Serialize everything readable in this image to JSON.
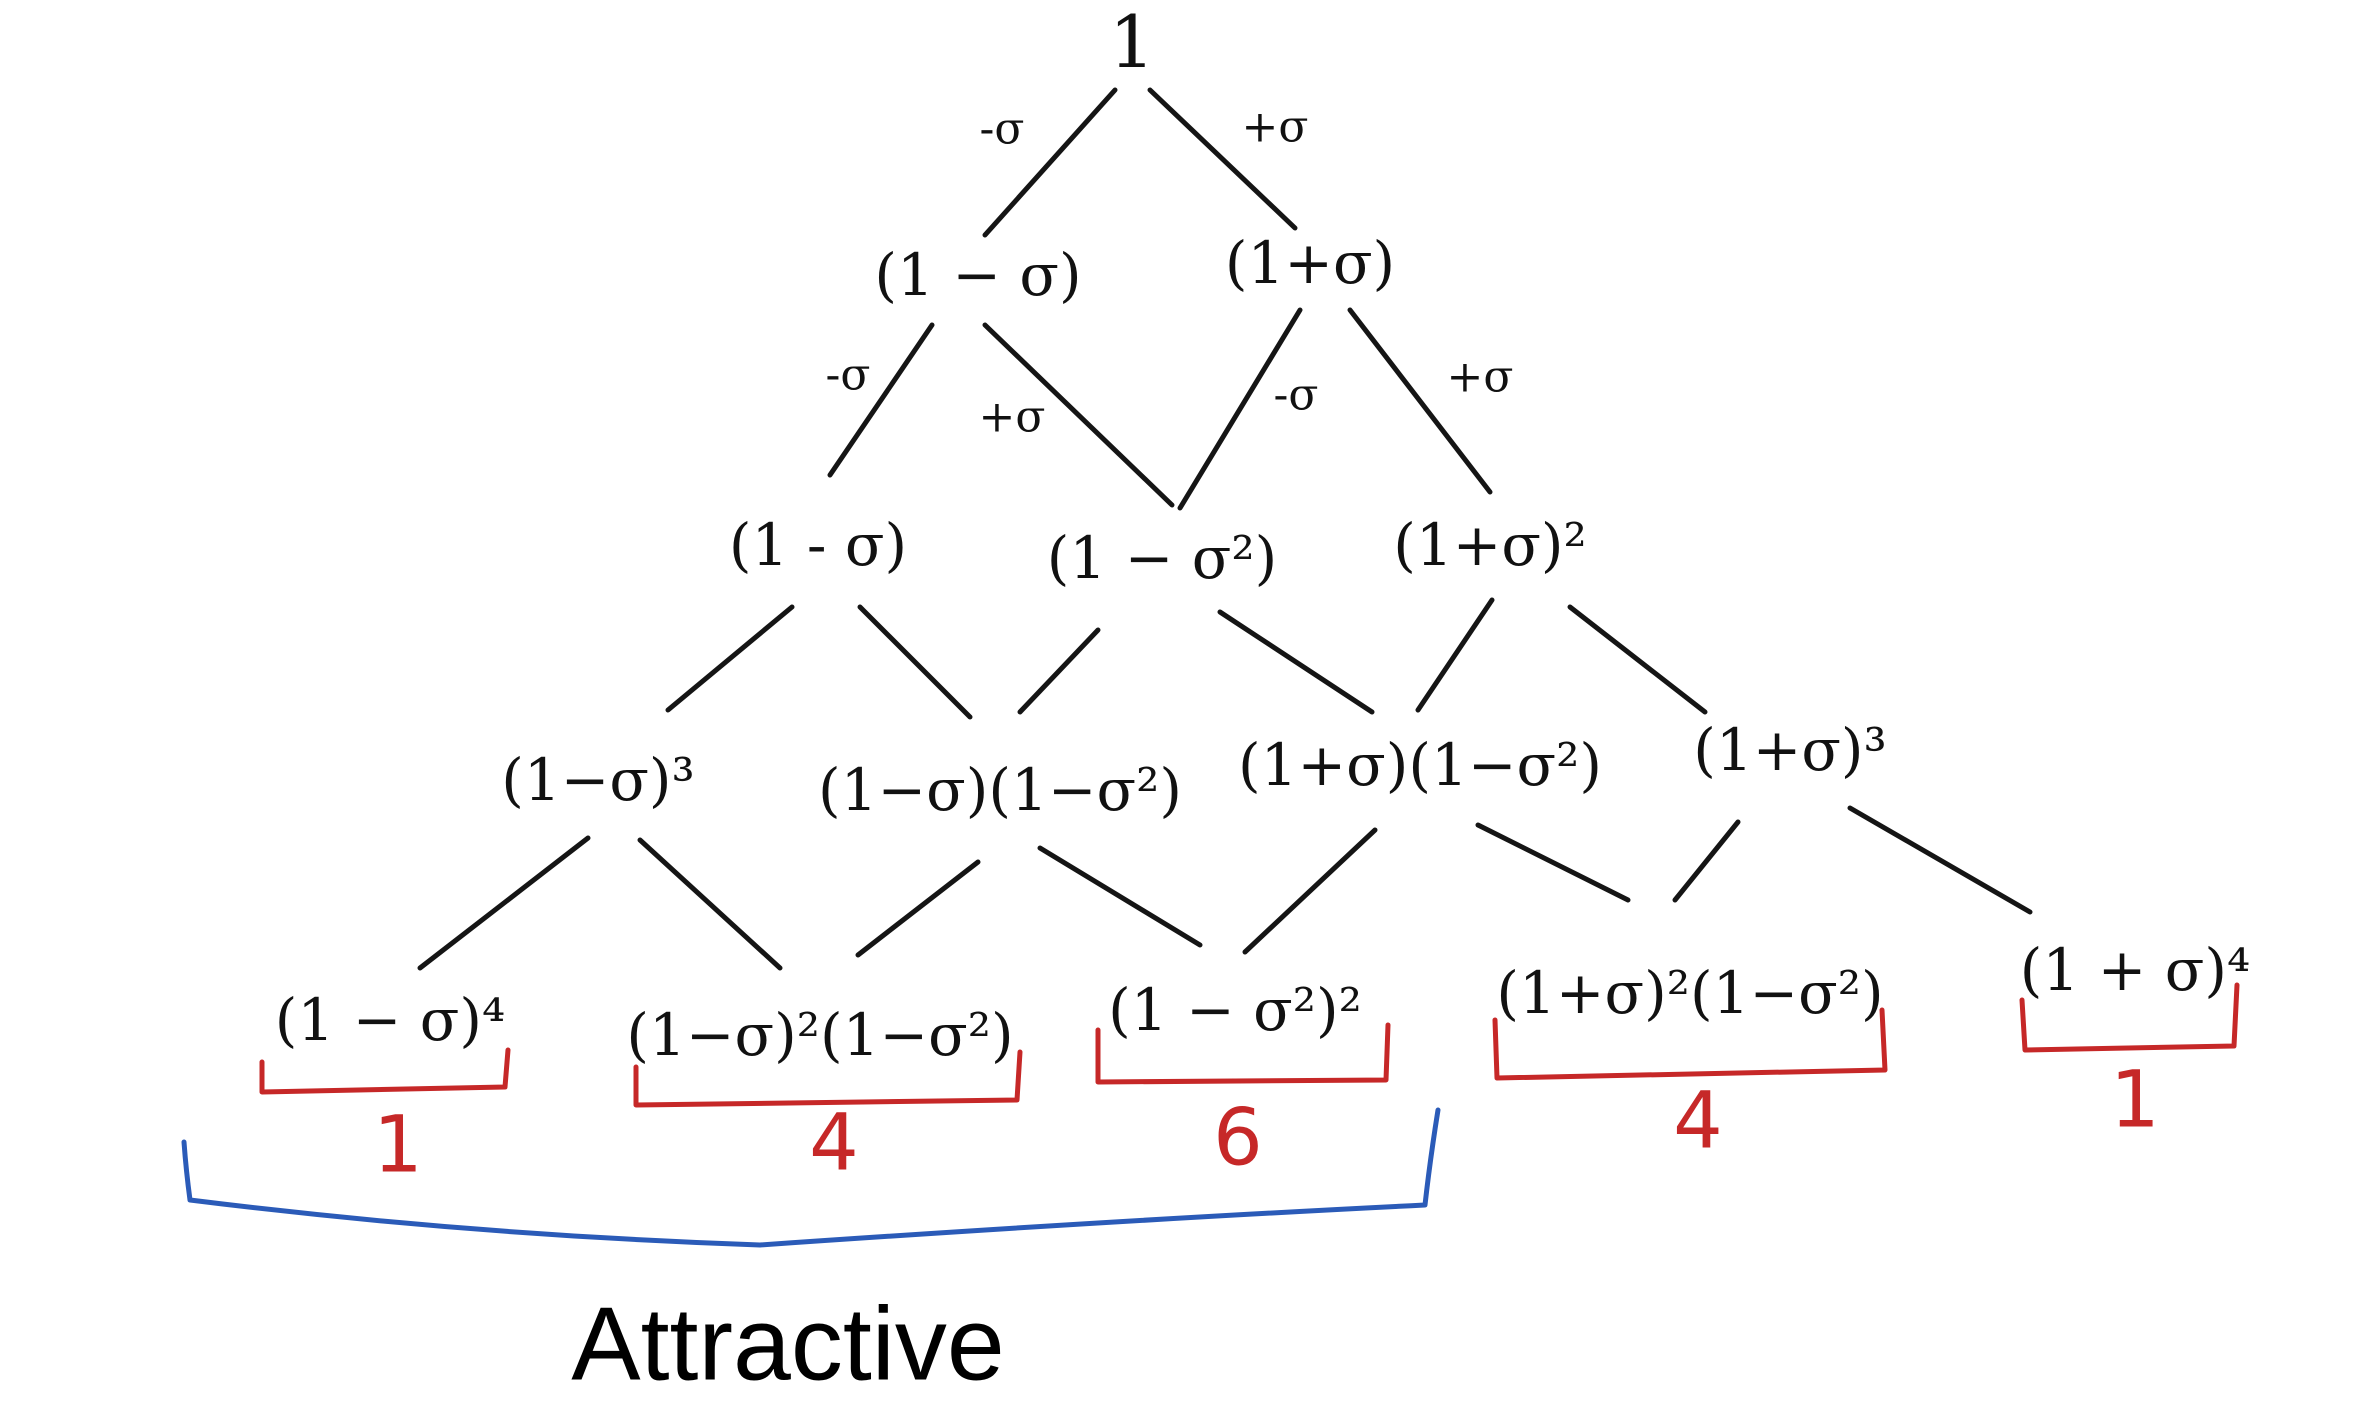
{
  "root": "1",
  "edge_labels": {
    "r0_left": "-σ",
    "r0_right": "+σ",
    "r1_a": "-σ",
    "r1_b": "+σ",
    "r1_c": "-σ",
    "r1_d": "+σ"
  },
  "rows": [
    [
      "(1 − σ)",
      "(1+σ)"
    ],
    [
      "(1 - σ)",
      "(1 − σ²)",
      "(1+σ)²"
    ],
    [
      "(1−σ)³",
      "(1−σ)(1−σ²)",
      "(1+σ)(1−σ²)",
      "(1+σ)³"
    ],
    [
      "(1 − σ)⁴",
      "(1−σ)²(1−σ²)",
      "(1 − σ²)²",
      "(1+σ)²(1−σ²)",
      "(1 + σ)⁴"
    ]
  ],
  "counts": [
    "1",
    "4",
    "6",
    "4",
    "1"
  ],
  "group_label": "Attractive",
  "colors": {
    "ink": "#151515",
    "count_red": "#c62828",
    "group_blue": "#2b5bb8"
  }
}
